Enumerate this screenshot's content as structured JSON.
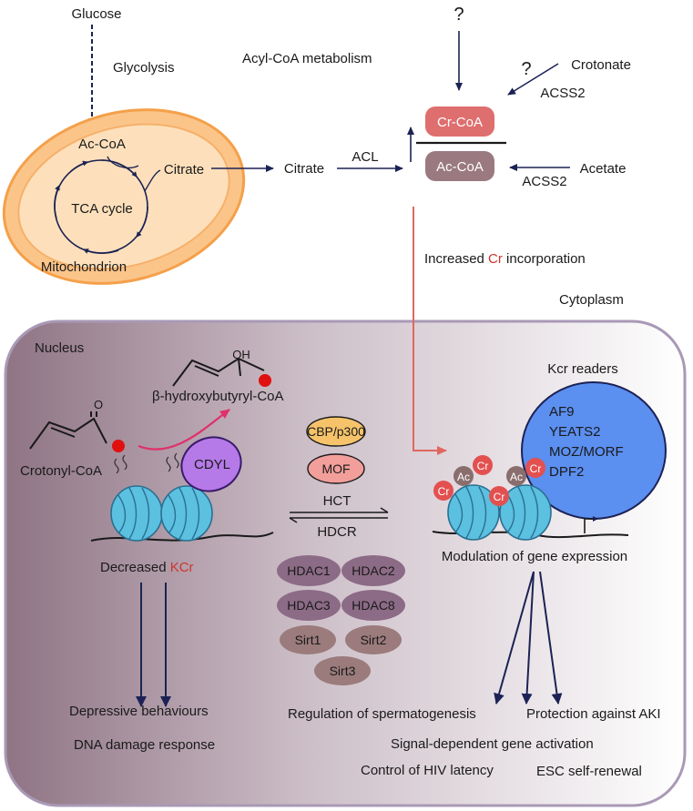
{
  "cytoplasm": {
    "glucose": "Glucose",
    "glycolysis": "Glycolysis",
    "acyl_coa_metabolism": "Acyl-CoA metabolism",
    "question_mark_top": "?",
    "question_mark_right": "?",
    "crotonate": "Crotonate",
    "acss2_top": "ACSS2",
    "acetate": "Acetate",
    "acss2_bottom": "ACSS2",
    "cr_coa": "Cr-CoA",
    "ac_coa_pool": "Ac-CoA",
    "acl": "ACL",
    "citrate_outside": "Citrate",
    "increased_prefix": "Increased ",
    "increased_cr": "Cr",
    "increased_suffix": " incorporation",
    "cytoplasm_label": "Cytoplasm"
  },
  "mitochondrion": {
    "label": "Mitochondrion",
    "tca_cycle": "TCA cycle",
    "ac_coa": "Ac-CoA",
    "citrate": "Citrate"
  },
  "nucleus": {
    "label": "Nucleus",
    "oh": "OH",
    "o": "O",
    "hydroxybutyryl_coa": "β-hydroxybutyryl-CoA",
    "crotonyl_coa": "Crotonyl-CoA",
    "cdyl": "CDYL",
    "cbp_p300": "CBP/p300",
    "mof": "MOF",
    "hct": "HCT",
    "hdcr": "HDCR",
    "decreased_prefix": "Decreased ",
    "decreased_kcr": "KCr",
    "hdacs": [
      "HDAC1",
      "HDAC2",
      "HDAC3",
      "HDAC8"
    ],
    "sirts": [
      "Sirt1",
      "Sirt2",
      "Sirt3"
    ],
    "kcr_readers_title": "Kcr readers",
    "kcr_readers": [
      "AF9",
      "YEATS2",
      "MOZ/MORF",
      "DPF2"
    ],
    "ac_mark": "Ac",
    "cr_mark": "Cr",
    "modulation": "Modulation of gene expression",
    "outcomes_left": [
      "Depressive behaviours",
      "DNA damage response"
    ],
    "outcomes_right": [
      "Regulation of spermatogenesis",
      "Protection against AKI",
      "Signal-dependent gene activation",
      "Control of HIV latency",
      "ESC self-renewal"
    ]
  },
  "colors": {
    "mito_fill": "#fbc58a",
    "mito_stroke": "#f4a04a",
    "mito_inner": "#fde7cc",
    "cr_coa": "#df6e6e",
    "ac_coa": "#9a7a80",
    "arrow_navy": "#1c2255",
    "arrow_red": "#e0675f",
    "cdyl": "#b57ae8",
    "cbp": "#f6c36a",
    "mof": "#f29e9a",
    "hdac": "#8c6b86",
    "sirt": "#9b7b7b",
    "reader": "#5b8ff0",
    "nucleosome": "#5cc0e0",
    "cr_dot": "#e35050",
    "ac_dot": "#8a6e6e",
    "red_text": "#d0342c"
  }
}
